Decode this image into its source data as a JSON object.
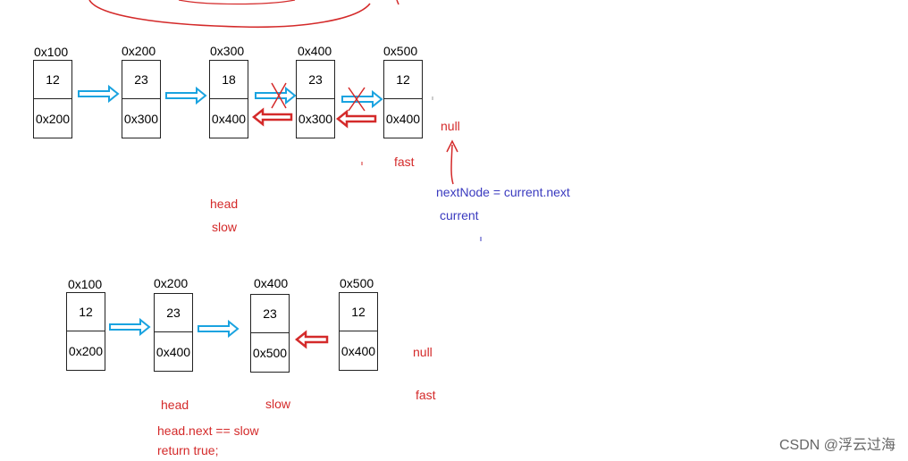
{
  "colors": {
    "arrow_blue": "#1aa3e0",
    "arrow_red": "#d42a2a",
    "label_red": "#d42a2a",
    "label_blue": "#3a3abf"
  },
  "diagram1": {
    "nodes": [
      {
        "addr": "0x100",
        "val": "12",
        "next": "0x200"
      },
      {
        "addr": "0x200",
        "val": "23",
        "next": "0x300"
      },
      {
        "addr": "0x300",
        "val": "18",
        "next": "0x400"
      },
      {
        "addr": "0x400",
        "val": "23",
        "next": "0x300"
      },
      {
        "addr": "0x500",
        "val": "12",
        "next": "0x400"
      }
    ],
    "null_label": "null",
    "fast_label": "fast",
    "next_node_code": "nextNode = current.next",
    "current_label": "current",
    "head_label": "head",
    "slow_label": "slow"
  },
  "diagram2": {
    "nodes": [
      {
        "addr": "0x100",
        "val": "12",
        "next": "0x200"
      },
      {
        "addr": "0x200",
        "val": "23",
        "next": "0x400"
      },
      {
        "addr": "0x400",
        "val": "23",
        "next": "0x500"
      },
      {
        "addr": "0x500",
        "val": "12",
        "next": "0x400"
      }
    ],
    "null_label": "null",
    "fast_label": "fast",
    "head_label": "head",
    "slow_label": "slow",
    "code_line1": "head.next == slow",
    "code_line2": "return true;"
  },
  "watermark": "CSDN @浮云过海"
}
